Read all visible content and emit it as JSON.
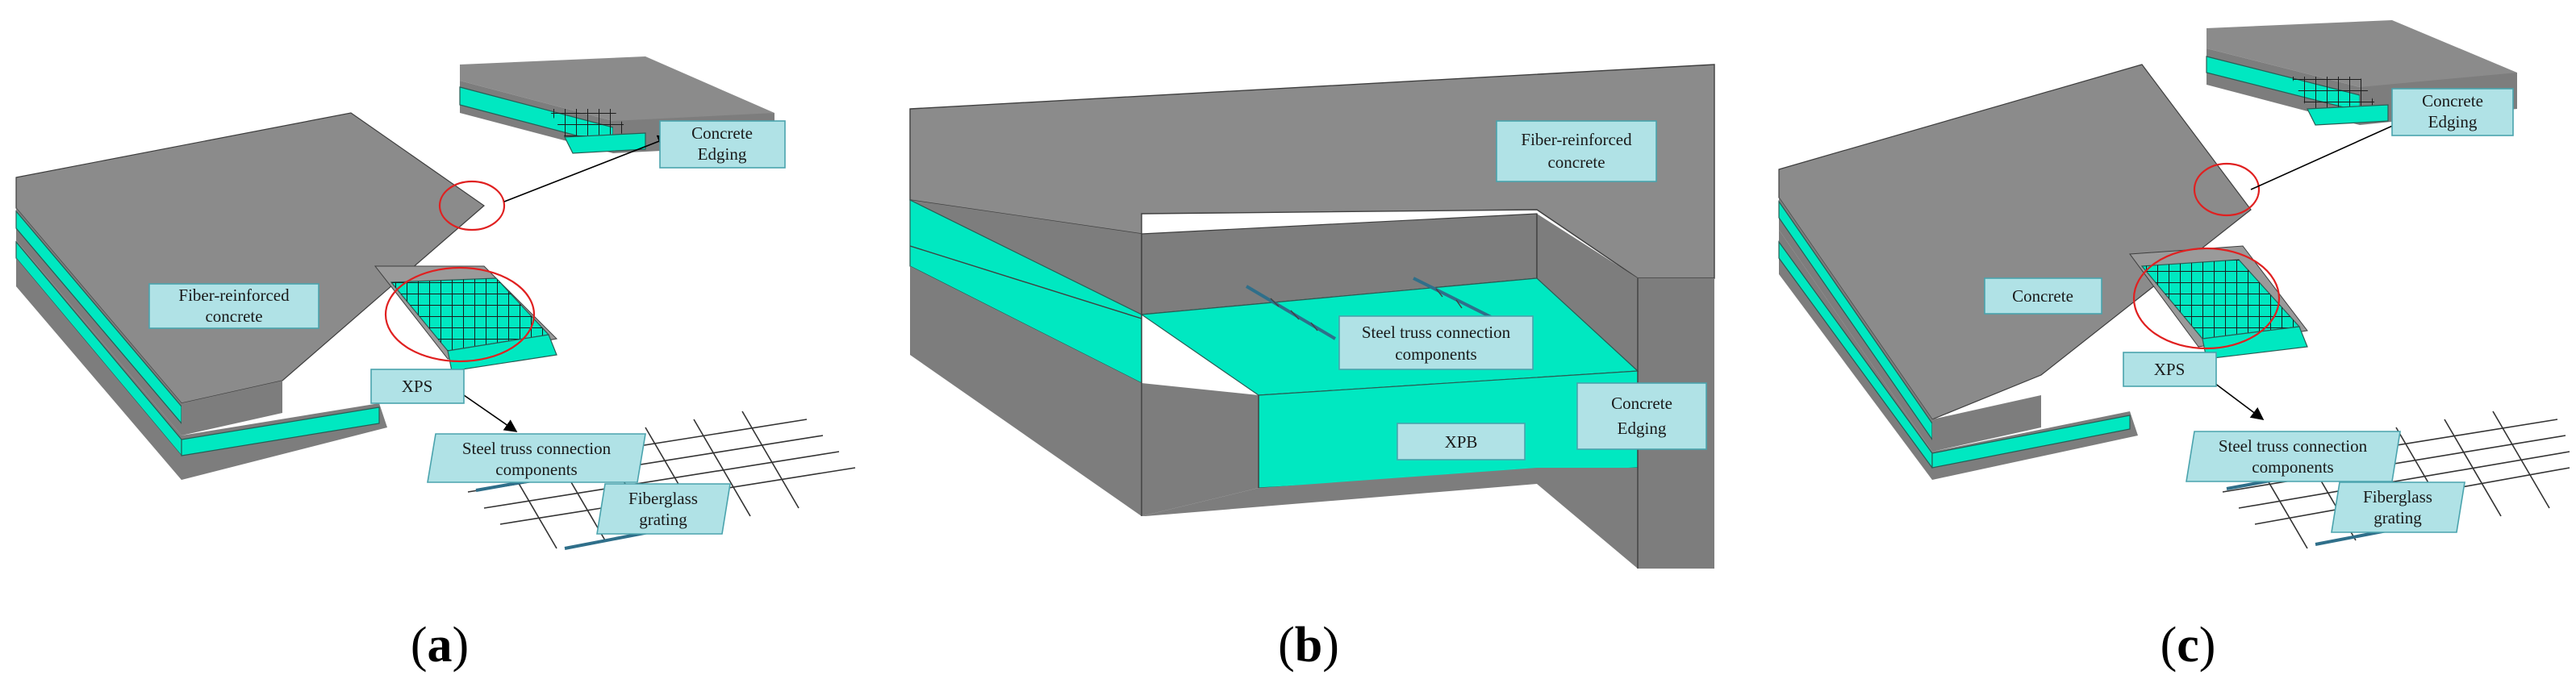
{
  "panels": [
    {
      "caption": "a",
      "labels": {
        "main": "Fiber-reinforced concrete",
        "edging_line1": "Concrete",
        "edging_line2": "Edging",
        "xps": "XPS",
        "truss_line1": "Steel truss connection",
        "truss_line2": "components",
        "grating_line1": "Fiberglass",
        "grating_line2": "grating"
      }
    },
    {
      "caption": "b",
      "labels": {
        "main_line1": "Fiber-reinforced",
        "main_line2": "concrete",
        "truss_line1": "Steel truss connection",
        "truss_line2": "components",
        "xpb": "XPB",
        "edging_line1": "Concrete",
        "edging_line2": "Edging"
      }
    },
    {
      "caption": "c",
      "labels": {
        "main": "Concrete",
        "edging_line1": "Concrete",
        "edging_line2": "Edging",
        "xps": "XPS",
        "truss_line1": "Steel truss connection",
        "truss_line2": "components",
        "grating_line1": "Fiberglass",
        "grating_line2": "grating"
      }
    }
  ],
  "colors": {
    "concrete": "#8b8b8b",
    "insulation": "#00e8c1",
    "label_fill": "#b0e2e6",
    "highlight": "#e02020"
  }
}
